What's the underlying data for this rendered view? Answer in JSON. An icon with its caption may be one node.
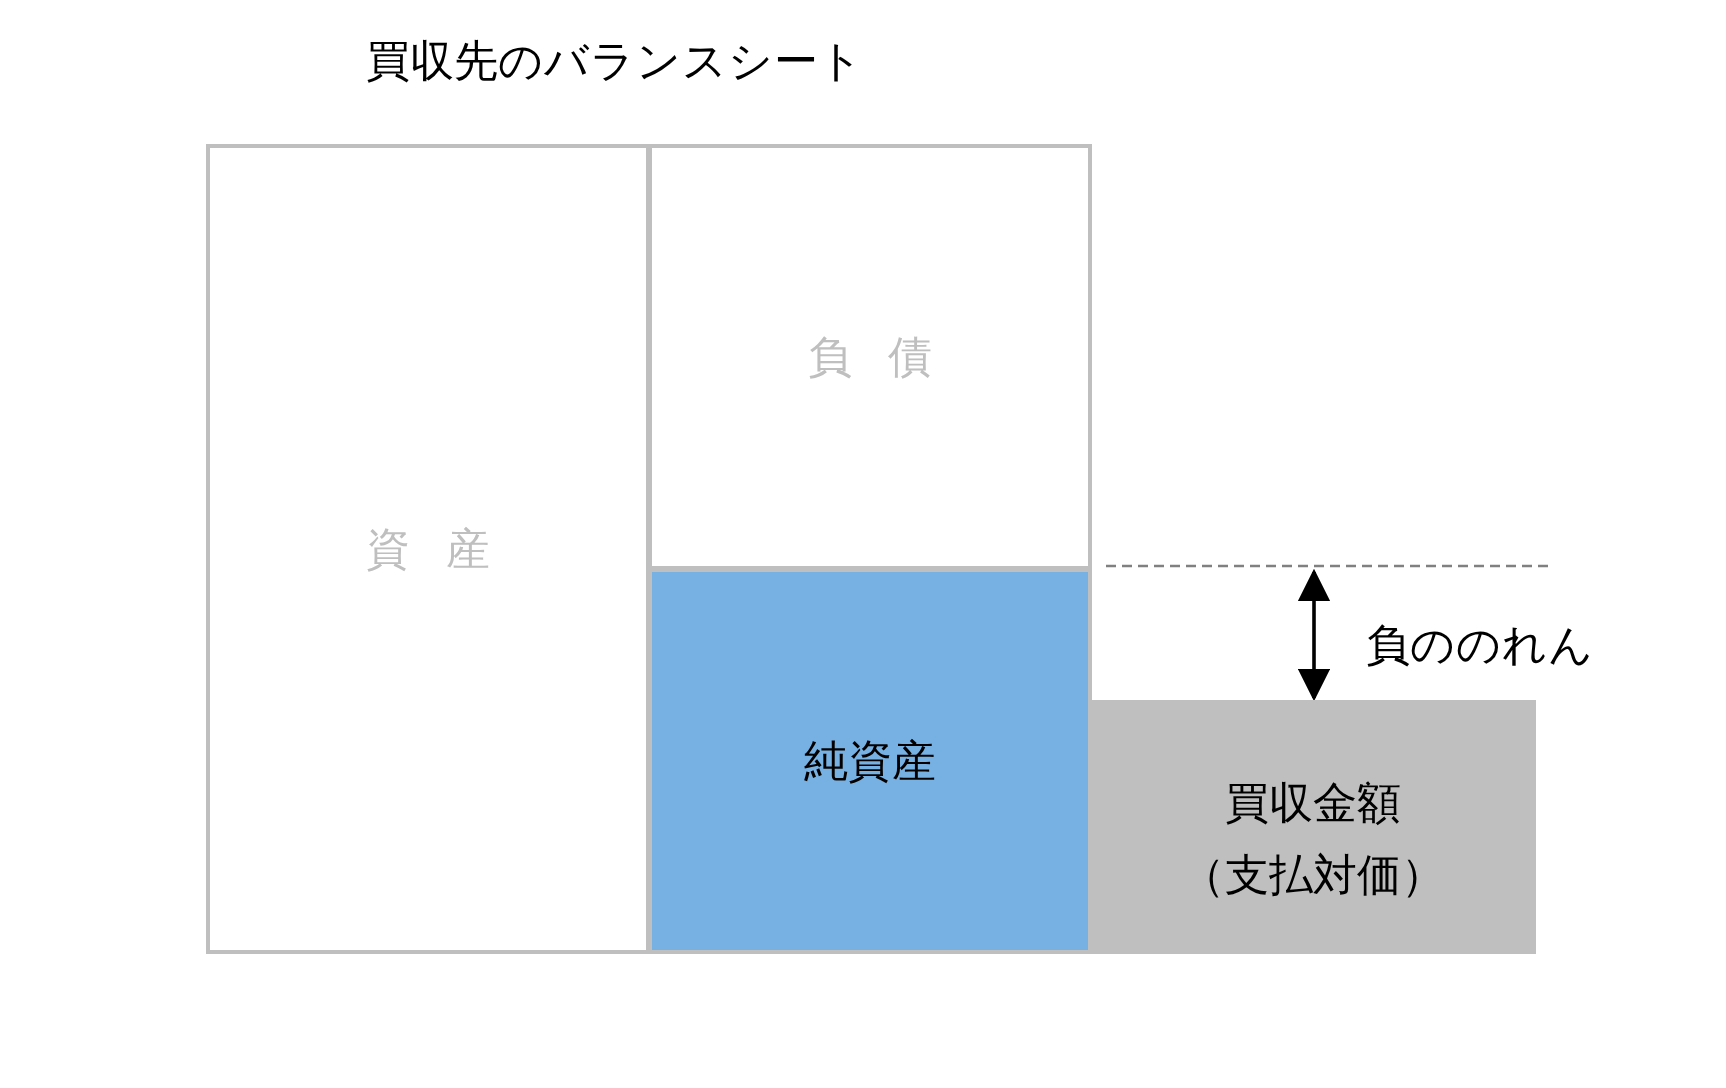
{
  "diagram": {
    "title": "買収先のバランスシート",
    "nodes": [
      {
        "text": [
          "資産"
        ]
      },
      {
        "text": [
          "負債"
        ]
      },
      {
        "text": [
          "純資産"
        ]
      },
      {
        "text": [
          "買収金額（支払対価）"
        ]
      }
    ],
    "labels": [
      "負ののれん"
    ]
  }
}
